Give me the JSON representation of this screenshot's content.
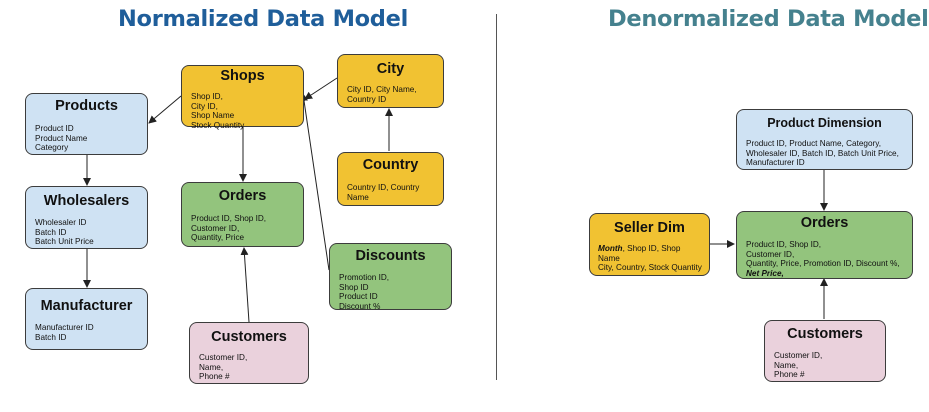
{
  "titles": {
    "left": "Normalized Data Model",
    "right": "Denormalized Data Model"
  },
  "normalized": {
    "products": {
      "title": "Products",
      "fields": "Product ID\nProduct Name\nCategory"
    },
    "wholesalers": {
      "title": "Wholesalers",
      "fields": "Wholesaler ID\nBatch ID\nBatch Unit Price"
    },
    "manufacturer": {
      "title": "Manufacturer",
      "fields": "Manufacturer ID\nBatch ID"
    },
    "shops": {
      "title": "Shops",
      "fields": "Shop  ID,\nCity ID,\nShop Name\nStock Quantity"
    },
    "orders": {
      "title": "Orders",
      "fields": "Product ID, Shop ID,\nCustomer ID,\nQuantity, Price"
    },
    "customers": {
      "title": "Customers",
      "fields": "Customer ID,\nName,\nPhone #"
    },
    "city": {
      "title": "City",
      "fields": "City ID, City Name,\nCountry ID"
    },
    "country": {
      "title": "Country",
      "fields": "Country ID, Country\nName"
    },
    "discounts": {
      "title": "Discounts",
      "fields": "Promotion ID,\nShop ID\nProduct ID\nDiscount %"
    }
  },
  "denormalized": {
    "product_dimension": {
      "title": "Product Dimension",
      "fields": "Product ID, Product Name, Category,\nWholesaler ID, Batch ID, Batch Unit Price,\nManufacturer ID"
    },
    "seller_dim": {
      "title": "Seller Dim",
      "month": "Month",
      "line1_rest": ", Shop  ID, Shop",
      "line2": "Name",
      "line3": "City, Country, Stock Quantity"
    },
    "orders": {
      "title": "Orders",
      "fields": "Product ID, Shop ID,\nCustomer ID,\nQuantity, Price, Promotion ID, Discount %,",
      "net_price": "Net Price,"
    },
    "customers": {
      "title": "Customers",
      "fields": "Customer ID,\nName,\nPhone #"
    }
  }
}
